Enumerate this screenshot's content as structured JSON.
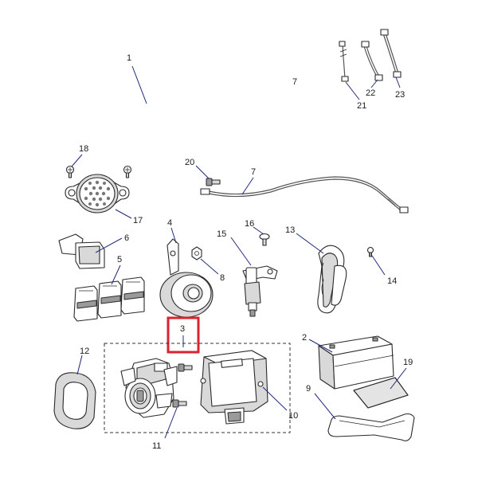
{
  "callouts": {
    "c1": "1",
    "c2": "2",
    "c3": "3",
    "c4": "4",
    "c5": "5",
    "c6": "6",
    "c7a": "7",
    "c7b": "7",
    "c8": "8",
    "c9": "9",
    "c10": "10",
    "c11": "11",
    "c12": "12",
    "c13": "13",
    "c14": "14",
    "c15": "15",
    "c16": "16",
    "c17": "17",
    "c18": "18",
    "c19": "19",
    "c20": "20",
    "c21": "21",
    "c22": "22",
    "c23": "23"
  },
  "colors": {
    "leader_line": "#1f2a7a",
    "highlight_box": "#d9232e"
  }
}
